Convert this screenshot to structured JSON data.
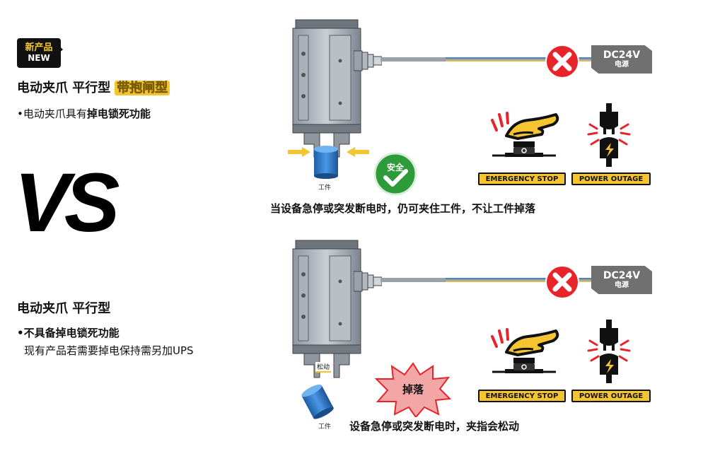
{
  "badge": {
    "cn": "新产品",
    "en": "NEW"
  },
  "top": {
    "title": "电动夹爪 平行型",
    "highlight": "带抱闸型",
    "bullet_prefix": "•电动夹爪具有",
    "bullet_bold": "掉电锁死功能",
    "workpiece_label": "工件",
    "safe_label": "安全",
    "caption": "当设备急停或突发断电时，仍可夹住工件，不让工件掉落"
  },
  "vs": "VS",
  "bottom": {
    "title": "电动夹爪 平行型",
    "bullet_bold": "•不具备掉电锁死功能",
    "bullet_line2": "现有产品若需要掉电保持需另加UPS",
    "loose_label": "松动",
    "workpiece_label": "工件",
    "drop_label": "掉落",
    "caption": "设备急停或突发断电时，夹指会松动"
  },
  "power": {
    "main": "DC24V",
    "sub": "电源"
  },
  "tags": {
    "emergency": "EMERGENCY STOP",
    "outage": "POWER OUTAGE"
  },
  "colors": {
    "accent": "#f4c531",
    "danger": "#e8232a",
    "safe": "#2e9b3a",
    "workpiece": "#2f7bd1"
  }
}
